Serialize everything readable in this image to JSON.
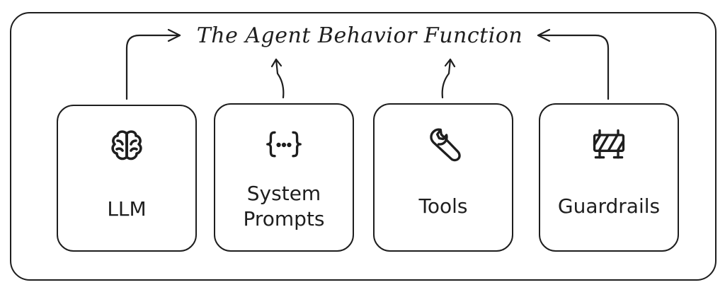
{
  "title": "The Agent Behavior Function",
  "components": [
    {
      "label": "LLM",
      "icon": "brain-icon"
    },
    {
      "label": "System\nPrompts",
      "icon": "curly-braces-icon"
    },
    {
      "label": "Tools",
      "icon": "wrench-icon"
    },
    {
      "label": "Guardrails",
      "icon": "barrier-icon"
    }
  ],
  "colors": {
    "stroke": "#1e1e1e",
    "background": "#ffffff"
  }
}
